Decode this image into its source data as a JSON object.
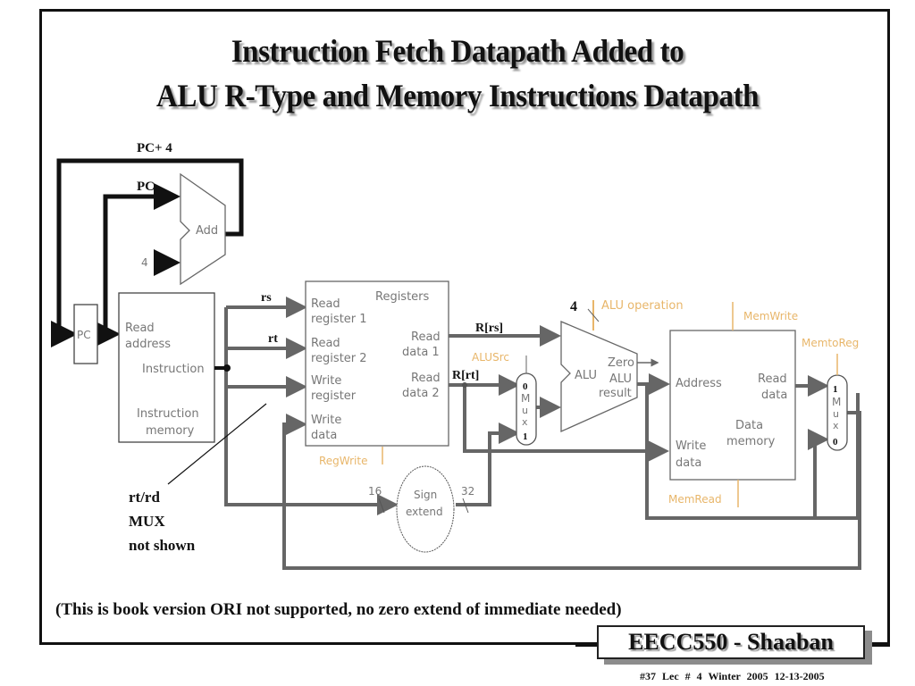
{
  "slide": {
    "title_line1": "Instruction Fetch Datapath Added to",
    "title_line2": "ALU R-Type and Memory Instructions Datapath",
    "note": "(This is book version ORI not supported, no zero extend of immediate needed)",
    "badge": "EECC550 - Shaaban",
    "footer": "#37   Lec # 4   Winter 2005   12-13-2005"
  },
  "diagram": {
    "signal_labels": {
      "pc_plus_4": "PC+ 4",
      "pc": "PC",
      "rs": "rs",
      "rt": "rt",
      "r_rs": "R[rs]",
      "r_rt": "R[rt]",
      "alu_op_width": "4",
      "annotation_line1": "rt/rd",
      "annotation_line2": "MUX",
      "annotation_line3": "not shown"
    },
    "components": {
      "adder": {
        "label": "Add",
        "const_input": "4"
      },
      "pc_register": {
        "label": "PC"
      },
      "instruction_memory": {
        "port_read_address_1": "Read",
        "port_read_address_2": "address",
        "port_instruction": "Instruction",
        "name_1": "Instruction",
        "name_2": "memory"
      },
      "registers": {
        "name": "Registers",
        "read_reg1_1": "Read",
        "read_reg1_2": "register 1",
        "read_reg2_1": "Read",
        "read_reg2_2": "register 2",
        "write_reg_1": "Write",
        "write_reg_2": "register",
        "write_data_1": "Write",
        "write_data_2": "data",
        "read_data1_1": "Read",
        "read_data1_2": "data 1",
        "read_data2_1": "Read",
        "read_data2_2": "data 2"
      },
      "alu_src_mux": {
        "in0": "0",
        "letters": [
          "M",
          "u",
          "x"
        ],
        "in1": "1"
      },
      "alu": {
        "label": "ALU",
        "zero": "Zero",
        "result_1": "ALU",
        "result_2": "result"
      },
      "data_memory": {
        "address": "Address",
        "read_data_1": "Read",
        "read_data_2": "data",
        "write_data_1": "Write",
        "write_data_2": "data",
        "name_1": "Data",
        "name_2": "memory"
      },
      "memtoreg_mux": {
        "in1": "1",
        "letters": [
          "M",
          "u",
          "x"
        ],
        "in0": "0"
      },
      "sign_extend": {
        "label_1": "Sign",
        "label_2": "extend",
        "in_width": "16",
        "out_width": "32"
      }
    },
    "control_signals": {
      "reg_write": "RegWrite",
      "alu_src": "ALUSrc",
      "alu_operation": "ALU operation",
      "mem_write": "MemWrite",
      "mem_to_reg": "MemtoReg",
      "mem_read": "MemRead"
    },
    "colors": {
      "control": "#e8b66a",
      "datapath": "#6a6a6a",
      "fetch_path": "#111111",
      "component_text": "#777777"
    }
  }
}
